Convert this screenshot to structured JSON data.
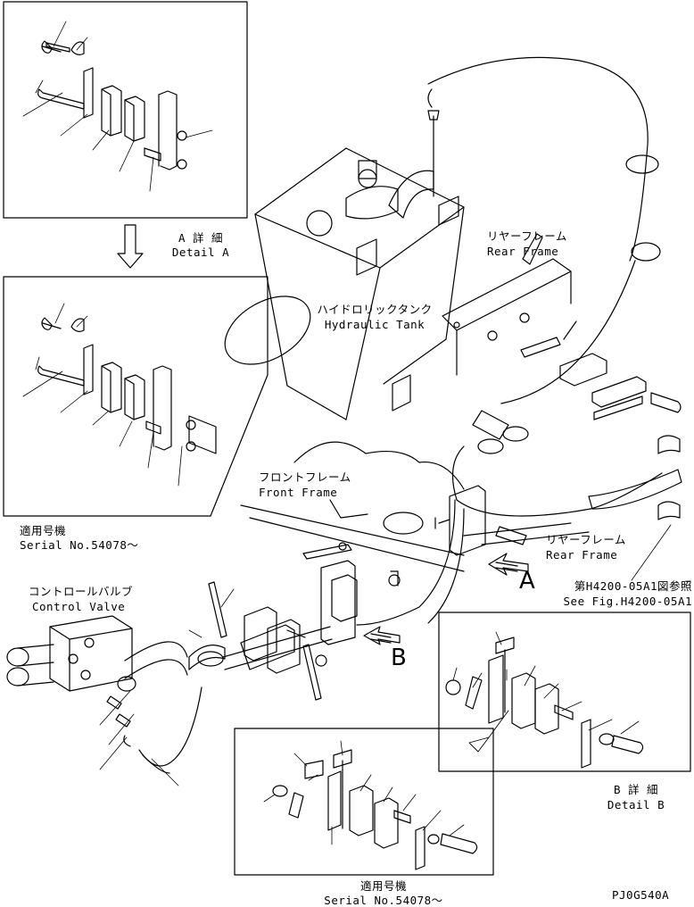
{
  "detail_a": {
    "jp": "A 詳 細",
    "en": "Detail A"
  },
  "serial_1": {
    "jp": "適用号機",
    "en": "Serial No.54078～"
  },
  "hydraulic_tank": {
    "jp": "ハイドロリックタンク",
    "en": "Hydraulic Tank"
  },
  "rear_frame_top": {
    "jp": "リヤーフレーム",
    "en": "Rear Frame"
  },
  "front_frame": {
    "jp": "フロントフレーム",
    "en": "Front Frame"
  },
  "rear_frame_mid": {
    "jp": "リヤーフレーム",
    "en": "Rear Frame"
  },
  "control_valve": {
    "jp": "コントロールバルブ",
    "en": "Control Valve"
  },
  "see_fig": {
    "jp": "第H4200-05A1図参照",
    "en": "See Fig.H4200-05A1"
  },
  "arrow_a": "A",
  "arrow_b": "B",
  "detail_b": {
    "jp": "B 詳 細",
    "en": "Detail B"
  },
  "serial_2": {
    "jp": "適用号機",
    "en": "Serial No.54078～"
  },
  "drawing_code": "PJ0G540A"
}
